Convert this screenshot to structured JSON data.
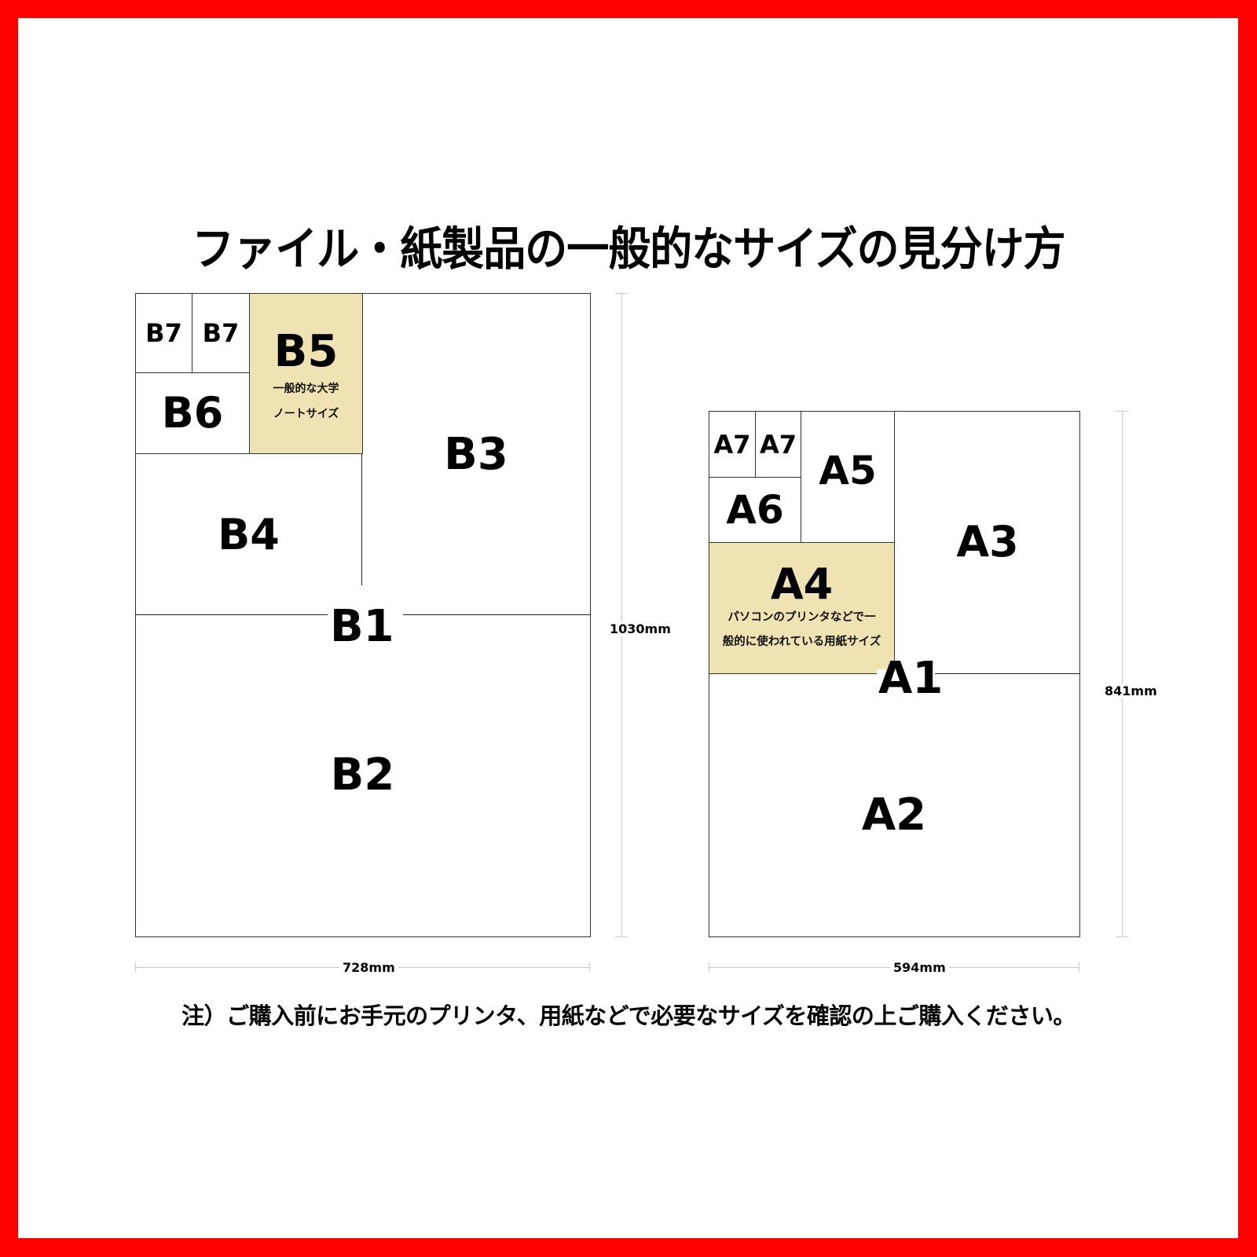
{
  "title": "ファイル・紙製品の一般的なサイズの見分け方",
  "note": "注）ご購入前にお手元のプリンタ、用紙などで必要なサイズを確認の上ご購入ください。",
  "colors": {
    "frame": "#ff0000",
    "highlight": "#efe3b3",
    "line": "#222222",
    "dimension_line": "#c8c8c8"
  },
  "b_series": {
    "b1": "B1",
    "b2": "B2",
    "b3": "B3",
    "b4": "B4",
    "b5": "B5",
    "b5_desc_line1": "一般的な大学",
    "b5_desc_line2": "ノートサイズ",
    "b6": "B6",
    "b7_left": "B7",
    "b7_right": "B7",
    "height_dim": "1030mm",
    "width_dim": "728mm"
  },
  "a_series": {
    "a1": "A1",
    "a2": "A2",
    "a3": "A3",
    "a4": "A4",
    "a4_desc_line1": "パソコンのプリンタなどで一",
    "a4_desc_line2": "般的に使われている用紙サイズ",
    "a5": "A5",
    "a6": "A6",
    "a7_left": "A7",
    "a7_right": "A7",
    "height_dim": "841mm",
    "width_dim": "594mm"
  }
}
